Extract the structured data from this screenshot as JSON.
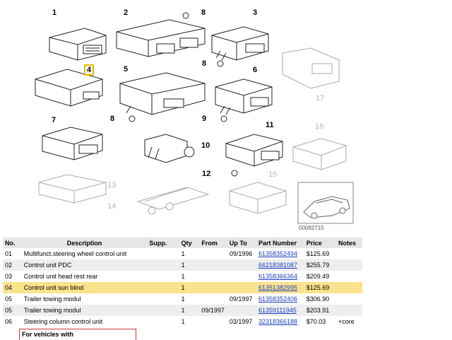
{
  "diagram": {
    "callouts": [
      {
        "id": "1",
        "style": "black"
      },
      {
        "id": "2",
        "style": "black"
      },
      {
        "id": "8",
        "style": "black"
      },
      {
        "id": "3",
        "style": "black"
      },
      {
        "id": "4",
        "style": "highlight"
      },
      {
        "id": "5",
        "style": "black"
      },
      {
        "id": "8",
        "style": "black"
      },
      {
        "id": "6",
        "style": "black"
      },
      {
        "id": "17",
        "style": "grey"
      },
      {
        "id": "8",
        "style": "black"
      },
      {
        "id": "9",
        "style": "black"
      },
      {
        "id": "7",
        "style": "black"
      },
      {
        "id": "16",
        "style": "grey"
      },
      {
        "id": "11",
        "style": "black"
      },
      {
        "id": "10",
        "style": "black"
      },
      {
        "id": "12",
        "style": "black"
      },
      {
        "id": "15",
        "style": "grey"
      },
      {
        "id": "13",
        "style": "grey"
      },
      {
        "id": "14",
        "style": "grey"
      }
    ],
    "image_code": "00082715",
    "highlight_color": "#e2b800"
  },
  "table": {
    "headers": [
      "No.",
      "Description",
      "Supp.",
      "Qty",
      "From",
      "Up To",
      "Part Number",
      "Price",
      "Notes"
    ],
    "rows": [
      {
        "no": "01",
        "description": "Multifunct.steering wheel control unit",
        "supp": "",
        "qty": "1",
        "from": "",
        "upto": "09/1996",
        "part": "61358352494",
        "price": "$125.69",
        "notes": ""
      },
      {
        "no": "02",
        "description": "Control unit PDC",
        "supp": "",
        "qty": "1",
        "from": "",
        "upto": "",
        "part": "66218381087",
        "price": "$255.79",
        "notes": ""
      },
      {
        "no": "03",
        "description": "Control unit head rest rear",
        "supp": "",
        "qty": "1",
        "from": "",
        "upto": "",
        "part": "61358366364",
        "price": "$209.49",
        "notes": ""
      },
      {
        "no": "04",
        "description": "Control unit sun blind",
        "supp": "",
        "qty": "1",
        "from": "",
        "upto": "",
        "part": "61351382995",
        "price": "$125.69",
        "notes": ""
      },
      {
        "no": "05",
        "description": "Trailer towing modul",
        "supp": "",
        "qty": "1",
        "from": "",
        "upto": "09/1997",
        "part": "61358352406",
        "price": "$306.90",
        "notes": ""
      },
      {
        "no": "05",
        "description": "Trailer towing modul",
        "supp": "",
        "qty": "1",
        "from": "09/1997",
        "upto": "",
        "part": "61359111945",
        "price": "$203.91",
        "notes": ""
      },
      {
        "no": "06",
        "description": "Steering column control unit",
        "supp": "",
        "qty": "1",
        "from": "",
        "upto": "03/1997",
        "part": "32318366188",
        "price": "$70.03",
        "notes": "+core"
      }
    ],
    "selected_row_color": "#fbe38e",
    "link_color": "#1a3fc4"
  },
  "footer": {
    "vehicles_label": "For vehicles with"
  }
}
